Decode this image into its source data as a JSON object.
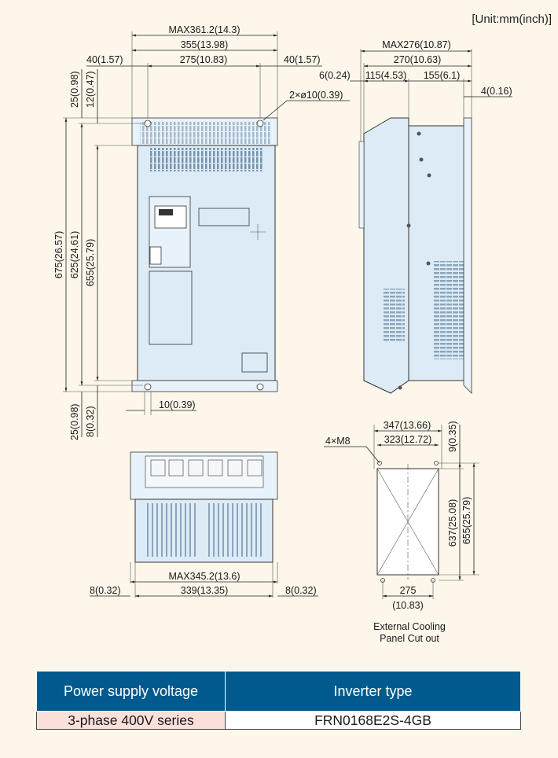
{
  "unit_note": "[Unit:mm(inch)]",
  "front_view": {
    "dim_max_width": "MAX361.2(14.3)",
    "dim_width": "355(13.98)",
    "dim_left_offset": "40(1.57)",
    "dim_mount_pitch": "275(10.83)",
    "dim_right_offset": "40(1.57)",
    "dim_top_1": "25(0.98)",
    "dim_top_2": "12(0.47)",
    "dim_hole": "2×ø10(0.39)",
    "dim_total_height": "675(26.57)",
    "dim_mount_height": "625(24.61)",
    "dim_body_height": "655(25.79)",
    "dim_bottom_slot": "10(0.39)",
    "dim_bottom_1": "25(0.98)",
    "dim_bottom_2": "8(0.32)"
  },
  "side_view": {
    "dim_max_depth": "MAX276(10.87)",
    "dim_depth": "270(10.63)",
    "dim_front": "6(0.24)",
    "dim_part_1": "115(4.53)",
    "dim_part_2": "155(6.1)",
    "dim_flange": "4(0.16)"
  },
  "bottom_view": {
    "dim_max_width": "MAX345.2(13.6)",
    "dim_width": "339(13.35)",
    "dim_left": "8(0.32)",
    "dim_right": "8(0.32)"
  },
  "cutout": {
    "screws": "4×M8",
    "dim_outer_width": "347(13.66)",
    "dim_inner_width": "323(12.72)",
    "dim_top": "9(0.35)",
    "dim_inner_height": "637(25.08)",
    "dim_outer_height": "655(25.79)",
    "dim_pitch_value": "275",
    "dim_pitch_inch": "(10.83)",
    "caption_line1": "External Cooling",
    "caption_line2": "Panel Cut out"
  },
  "table": {
    "header_voltage": "Power supply voltage",
    "header_type": "Inverter type",
    "voltage": "3-phase 400V series",
    "type": "FRN0168E2S-4GB"
  }
}
